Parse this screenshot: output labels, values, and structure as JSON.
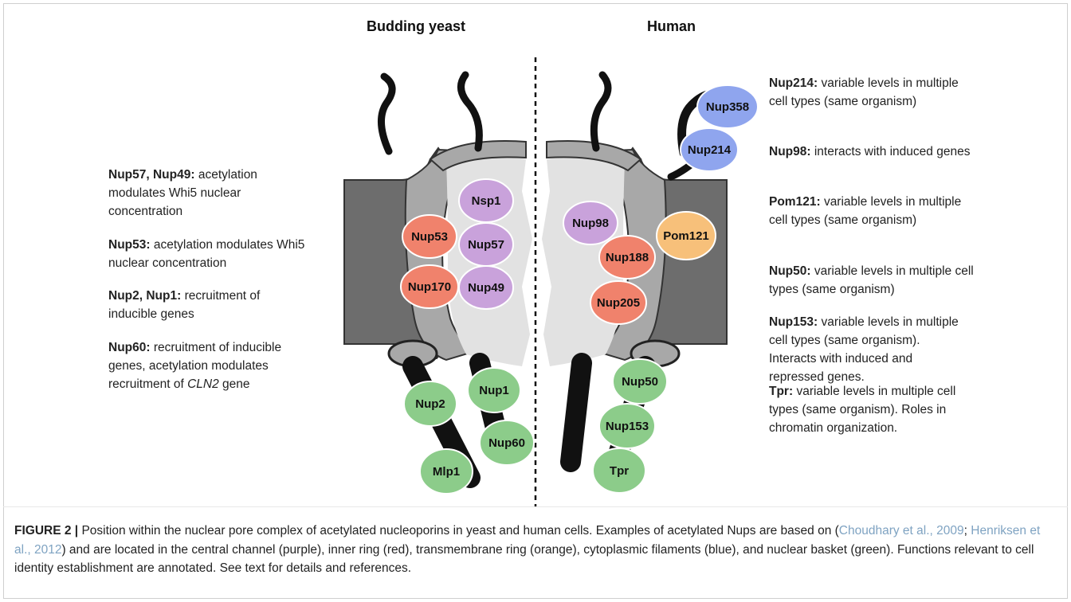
{
  "headings": {
    "yeast": "Budding yeast",
    "human": "Human"
  },
  "yeast_notes": [
    {
      "label": "Nup57, Nup49:",
      "text": "acetylation modulates Whi5 nuclear concentration"
    },
    {
      "label": "Nup53:",
      "text": "acetylation modulates Whi5 nuclear concentration"
    },
    {
      "label": "Nup2, Nup1:",
      "text": "recruitment of inducible genes"
    },
    {
      "label": "Nup60:",
      "text_pre": "recruitment of inducible genes, acetylation modulates recruitment of",
      "text_em": "CLN2",
      "text_post": "gene"
    }
  ],
  "human_notes": [
    {
      "label": "Nup214:",
      "text": "variable levels in multiple cell types (same organism)"
    },
    {
      "label": "Nup98:",
      "text": "interacts with induced genes"
    },
    {
      "label": "Pom121:",
      "text": "variable levels in multiple cell types (same organism)"
    },
    {
      "label": "Nup50:",
      "text": "variable levels in multiple cell types (same organism)"
    },
    {
      "label": "Nup153:",
      "text": "variable levels in multiple cell types (same organism). Interacts with induced and repressed genes."
    },
    {
      "label": "Tpr:",
      "text": "variable levels in multiple cell types (same organism). Roles in chromatin organization."
    }
  ],
  "nups": {
    "nsp1": "Nsp1",
    "nup57": "Nup57",
    "nup49": "Nup49",
    "nup53": "Nup53",
    "nup170": "Nup170",
    "nup2": "Nup2",
    "nup1": "Nup1",
    "nup60": "Nup60",
    "mlp1": "Mlp1",
    "nup358": "Nup358",
    "nup214": "Nup214",
    "nup98": "Nup98",
    "nup188": "Nup188",
    "nup205": "Nup205",
    "pom121": "Pom121",
    "nup50": "Nup50",
    "nup153": "Nup153",
    "tpr": "Tpr"
  },
  "colors": {
    "central_channel": "#c9a2db",
    "inner_ring": "#f0826c",
    "transmembrane_ring": "#f7c07a",
    "cytoplasmic_filaments": "#8fa5ee",
    "nuclear_basket": "#8ccc8a",
    "membrane_dark": "#6d6d6d",
    "membrane_mid": "#a8a8a8",
    "channel": "#e2e2e2"
  },
  "caption": {
    "label": "FIGURE 2 |",
    "text_1": "Position within the nuclear pore complex of acetylated nucleoporins in yeast and human cells. Examples of acetylated Nups are based on (",
    "ref_1": "Choudhary et al., 2009",
    "sep": "; ",
    "ref_2": "Henriksen et al., 2012",
    "text_2": ") and are located in the central channel (purple), inner ring (red), transmembrane ring (orange), cytoplasmic filaments (blue), and nuclear basket (green). Functions relevant to cell identity establishment are annotated. See text for details and references."
  }
}
